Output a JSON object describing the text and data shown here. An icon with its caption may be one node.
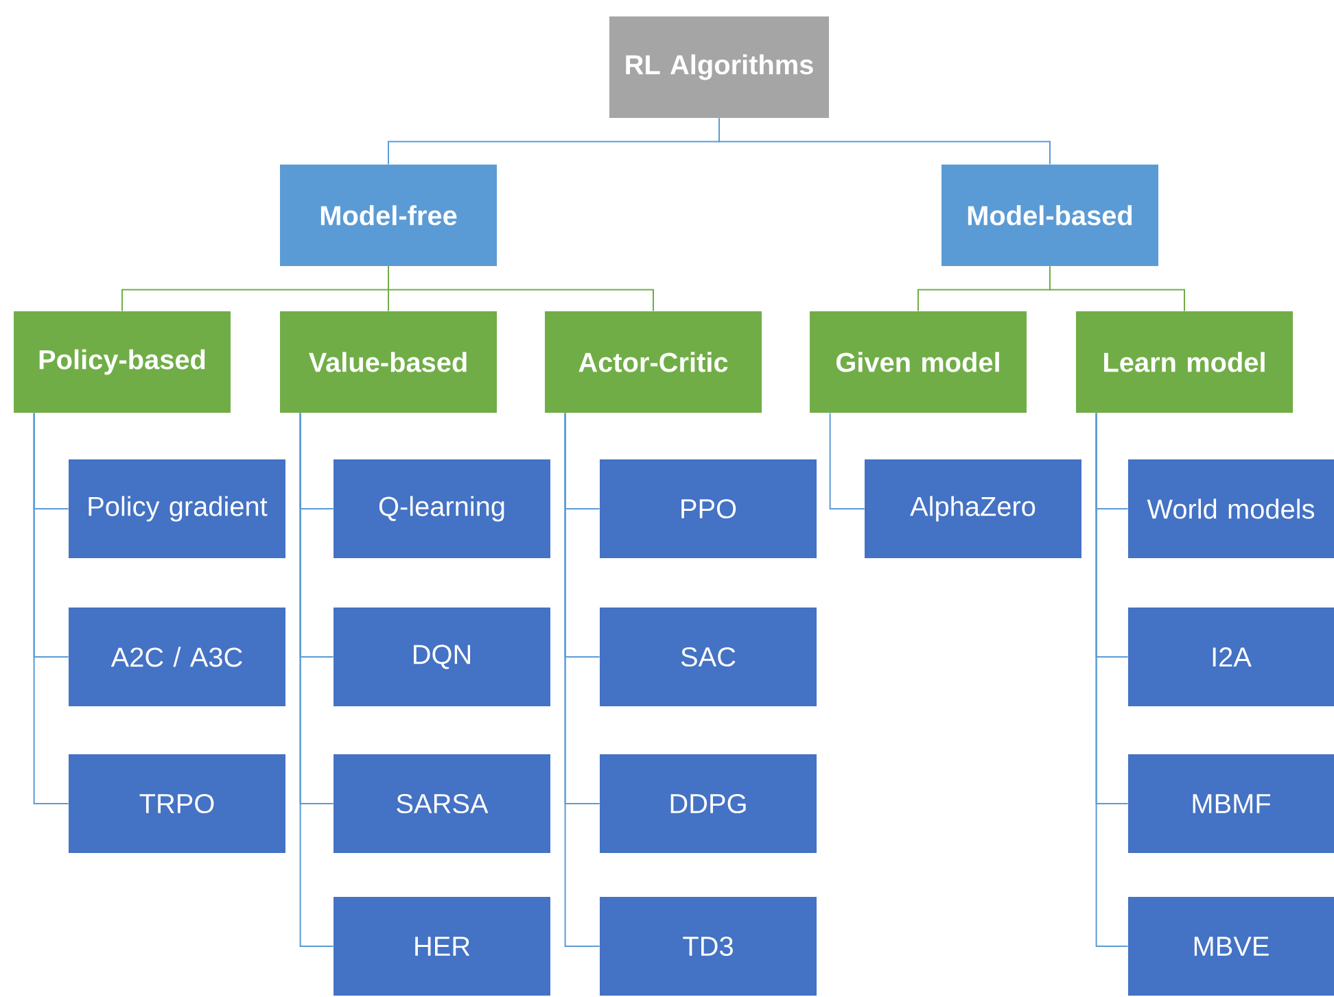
{
  "diagram": {
    "nodes": [
      {
        "text": [
          "RL Algorithms"
        ]
      },
      {
        "text": [
          "Model-free"
        ]
      },
      {
        "text": [
          "Model-based"
        ]
      },
      {
        "text": [
          "Policy-based"
        ]
      },
      {
        "text": [
          "Value-based"
        ]
      },
      {
        "text": [
          "Actor-Critic"
        ]
      },
      {
        "text": [
          "Given model"
        ]
      },
      {
        "text": [
          "Learn model"
        ]
      },
      {
        "text": [
          "Policy gradient"
        ]
      },
      {
        "text": [
          "A2C / A3C"
        ]
      },
      {
        "text": [
          "TRPO"
        ]
      },
      {
        "text": [
          "Q-learning"
        ]
      },
      {
        "text": [
          "DQN"
        ]
      },
      {
        "text": [
          "SARSA"
        ]
      },
      {
        "text": [
          "HER"
        ]
      },
      {
        "text": [
          "PPO"
        ]
      },
      {
        "text": [
          "SAC"
        ]
      },
      {
        "text": [
          "DDPG"
        ]
      },
      {
        "text": [
          "TD3"
        ]
      },
      {
        "text": [
          "AlphaZero"
        ]
      },
      {
        "text": [
          "World models"
        ]
      },
      {
        "text": [
          "I2A"
        ]
      },
      {
        "text": [
          "MBMF"
        ]
      },
      {
        "text": [
          "MBVE"
        ]
      }
    ],
    "edges": [
      {
        "from": 0,
        "to": 1,
        "arrow": "none"
      },
      {
        "from": 0,
        "to": 2,
        "arrow": "none"
      },
      {
        "from": 1,
        "to": 3,
        "arrow": "none",
        "color": "#70ad47"
      },
      {
        "from": 1,
        "to": 4,
        "arrow": "none",
        "color": "#70ad47"
      },
      {
        "from": 1,
        "to": 5,
        "arrow": "none",
        "color": "#70ad47"
      },
      {
        "from": 2,
        "to": 6,
        "arrow": "none",
        "color": "#70ad47"
      },
      {
        "from": 2,
        "to": 7,
        "arrow": "none",
        "color": "#70ad47"
      },
      {
        "from": 3,
        "to": 8,
        "arrow": "none"
      },
      {
        "from": 3,
        "to": 9,
        "arrow": "none"
      },
      {
        "from": 3,
        "to": 10,
        "arrow": "none"
      },
      {
        "from": 4,
        "to": 11,
        "arrow": "none"
      },
      {
        "from": 4,
        "to": 12,
        "arrow": "none"
      },
      {
        "from": 4,
        "to": 13,
        "arrow": "none"
      },
      {
        "from": 4,
        "to": 14,
        "arrow": "none"
      },
      {
        "from": 5,
        "to": 15,
        "arrow": "none"
      },
      {
        "from": 5,
        "to": 16,
        "arrow": "none"
      },
      {
        "from": 5,
        "to": 17,
        "arrow": "none"
      },
      {
        "from": 5,
        "to": 18,
        "arrow": "none"
      },
      {
        "from": 6,
        "to": 19,
        "arrow": "none"
      },
      {
        "from": 7,
        "to": 20,
        "arrow": "none"
      },
      {
        "from": 7,
        "to": 21,
        "arrow": "none"
      },
      {
        "from": 7,
        "to": 22,
        "arrow": "none"
      },
      {
        "from": 7,
        "to": 23,
        "arrow": "none"
      }
    ]
  }
}
